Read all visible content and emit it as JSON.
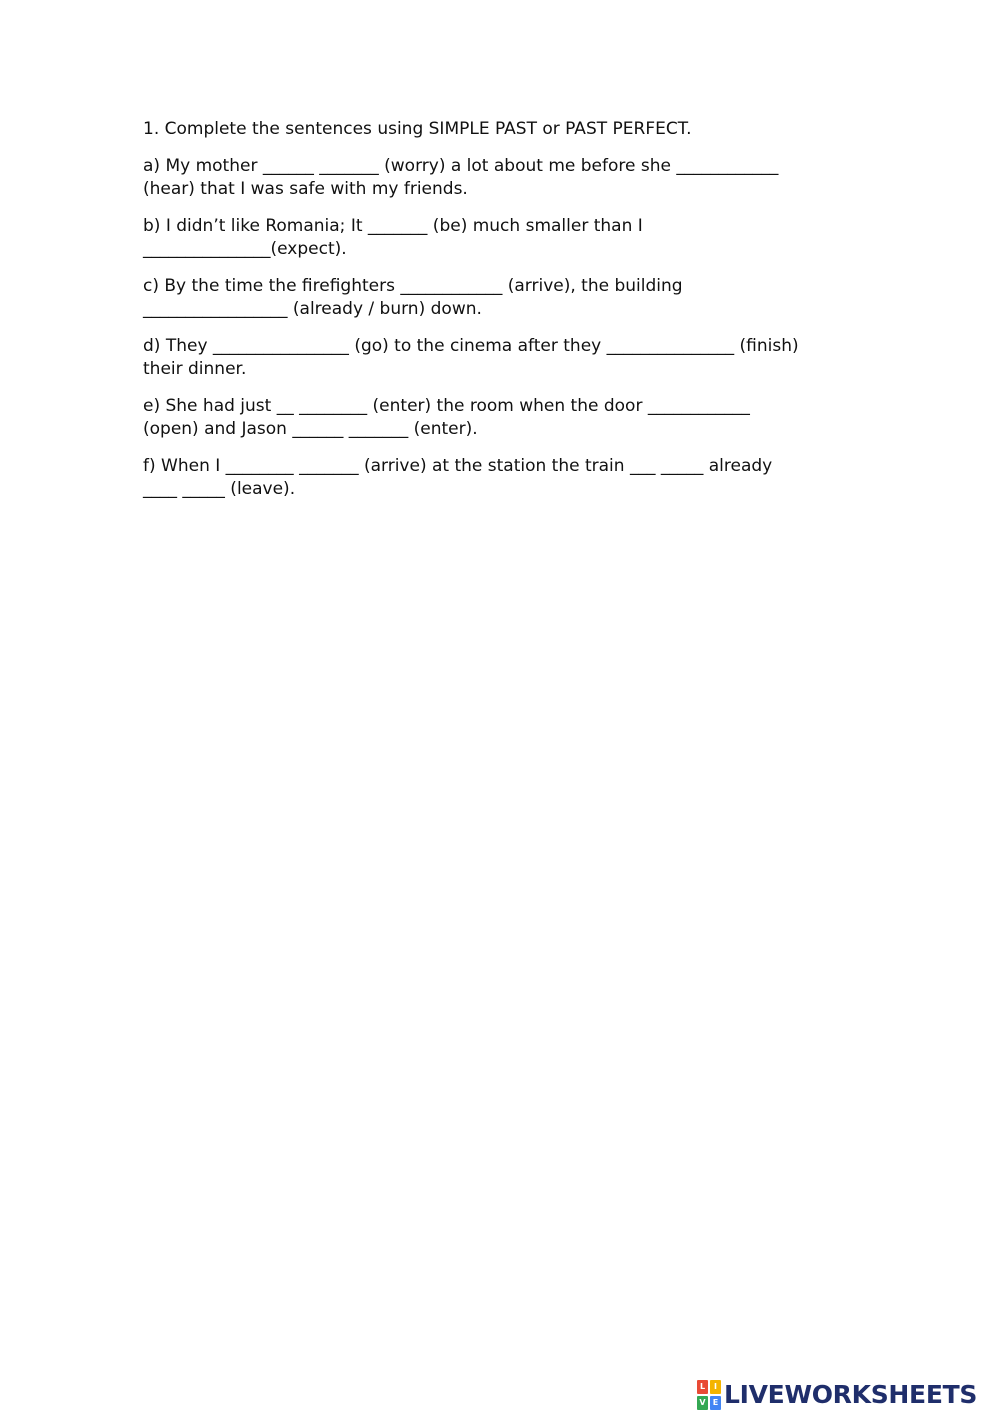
{
  "worksheet": {
    "instruction": "1. Complete the sentences using SIMPLE PAST or PAST PERFECT.",
    "items": [
      {
        "line1": "a) My mother ______ _______ (worry) a lot about me before she ____________",
        "line2": "(hear) that I was safe with my friends."
      },
      {
        "line1": "b) I didn’t like Romania; It _______ (be) much smaller than I",
        "line2": "_______________(expect)."
      },
      {
        "line1": "c) By the time the firefighters ____________ (arrive), the building",
        "line2": "_________________ (already / burn) down."
      },
      {
        "line1": "d) They ________________ (go) to the cinema after they _______________ (finish)",
        "line2": "their dinner."
      },
      {
        "line1": "e) She had just __ ________ (enter) the room when the door ____________",
        "line2": "(open) and Jason ______ _______ (enter)."
      },
      {
        "line1": "f) When I ________ _______ (arrive) at the station the train ___ _____ already",
        "line2": "____ _____ (leave)."
      }
    ]
  },
  "branding": {
    "name": "LIVEWORKSHEETS",
    "icon_name": "liveworksheets-logo-icon",
    "icon_colors": [
      "#e94a35",
      "#f4b400",
      "#34a853",
      "#4285f4"
    ],
    "text_color": "#1f2e6b"
  }
}
